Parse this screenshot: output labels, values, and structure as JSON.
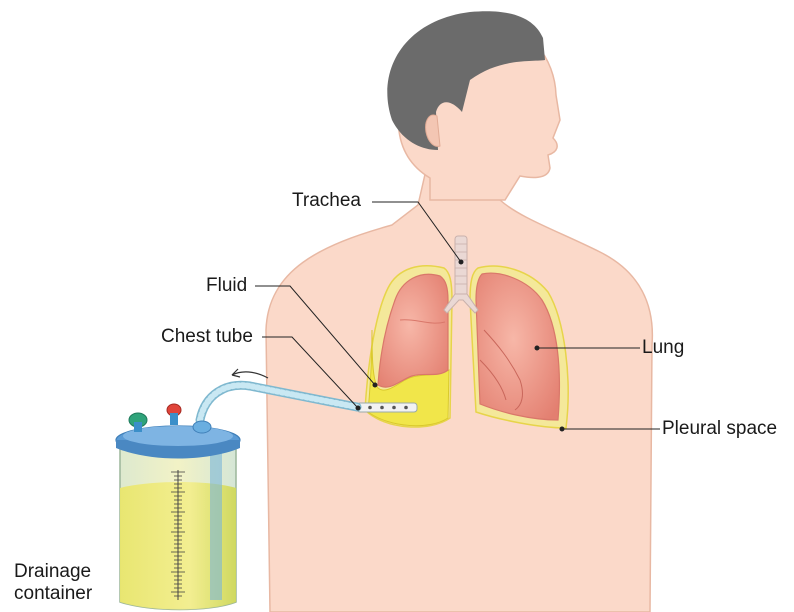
{
  "labels": {
    "trachea": "Trachea",
    "fluid": "Fluid",
    "chest_tube": "Chest tube",
    "lung": "Lung",
    "pleural_space": "Pleural space",
    "drainage_container_line1": "Drainage",
    "drainage_container_line2": "container"
  },
  "colors": {
    "skin": "#fbd9c9",
    "skin_outline": "#e8b8a3",
    "hair": "#6b6b6b",
    "lung": "#ee9a8a",
    "lung_dark": "#d9776a",
    "pleural_border": "#f4e89a",
    "fluid": "#f1e64a",
    "container_liquid": "#e8e46a",
    "container_lid": "#5b9bd5",
    "tube": "#bfe3f0",
    "trachea": "#ead8d4"
  }
}
